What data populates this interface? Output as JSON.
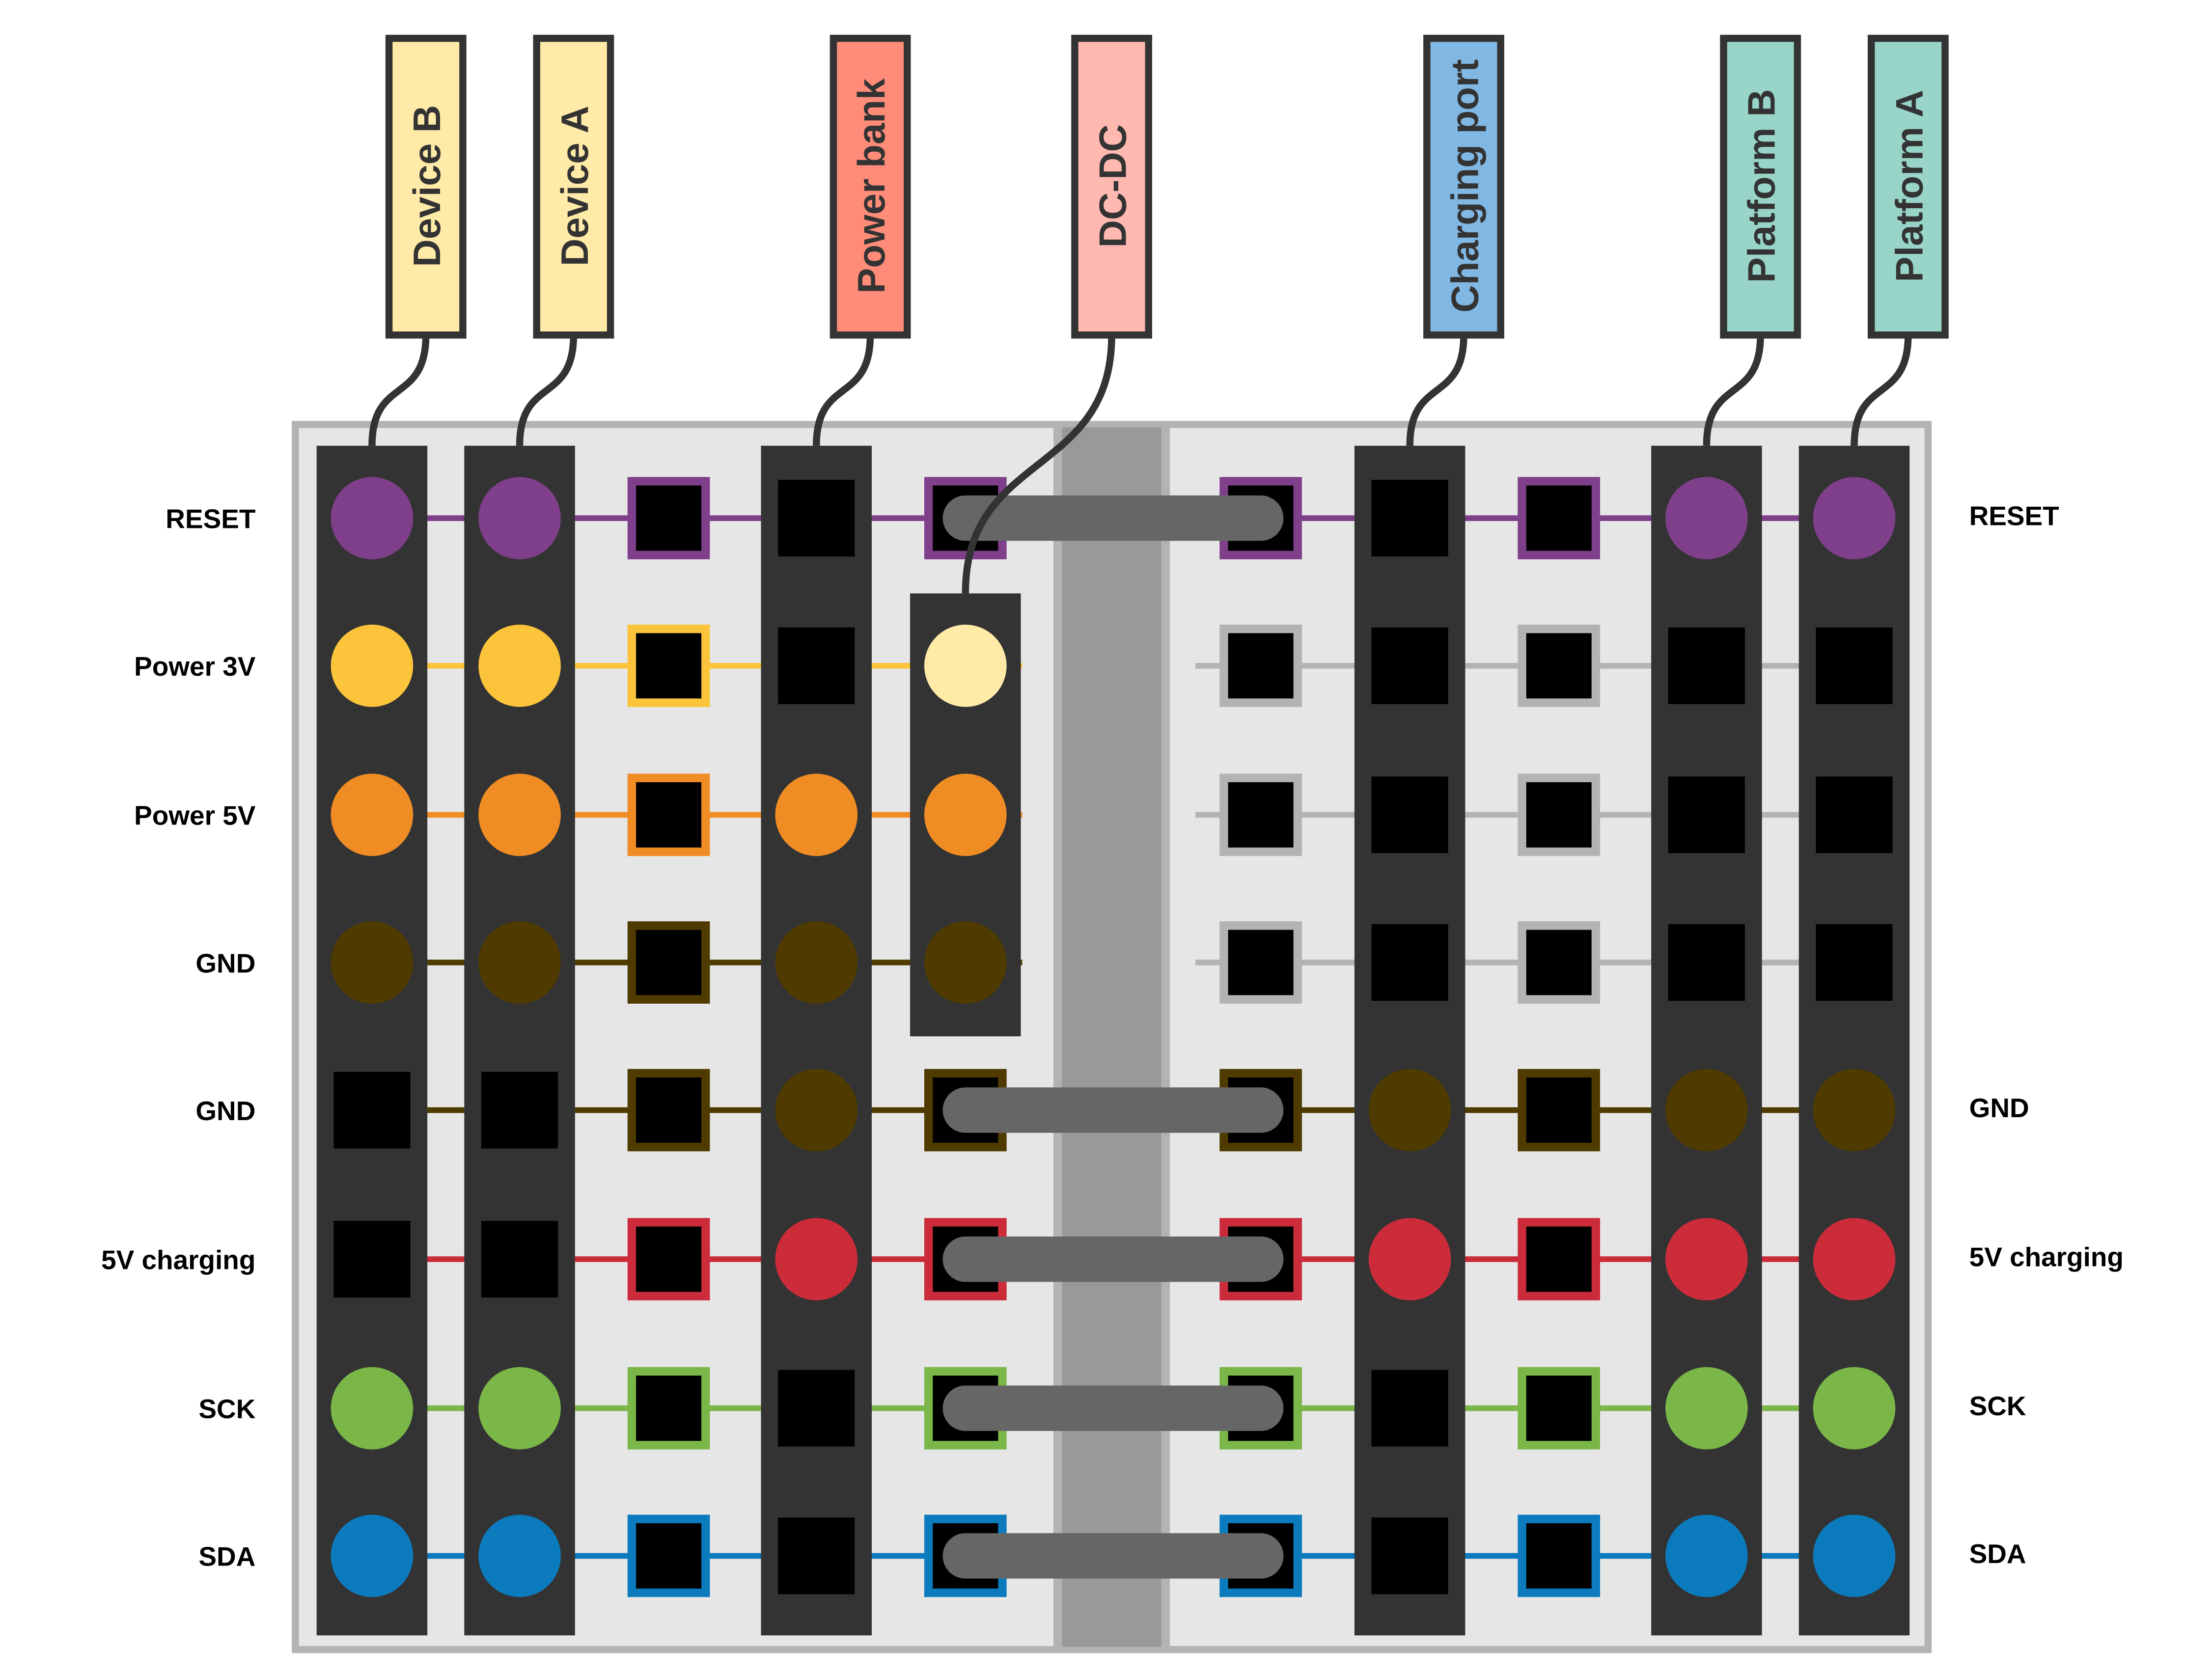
{
  "components": [
    {
      "id": "device-b",
      "label": "Device B",
      "color": "#ffeaa7"
    },
    {
      "id": "device-a",
      "label": "Device A",
      "color": "#ffeaa7"
    },
    {
      "id": "power-bank",
      "label": "Power bank",
      "color": "#ff8c78"
    },
    {
      "id": "dc-dc",
      "label": "DC-DC",
      "color": "#ffb9b0"
    },
    {
      "id": "charging-port",
      "label": "Charging port",
      "color": "#80b7e3"
    },
    {
      "id": "platform-b",
      "label": "Platform B",
      "color": "#98d5c8"
    },
    {
      "id": "platform-a",
      "label": "Platform A",
      "color": "#98d5c8"
    }
  ],
  "left_labels": [
    "RESET",
    "Power 3V",
    "Power 5V",
    "GND",
    "GND",
    "5V charging",
    "SCK",
    "SDA"
  ],
  "right_labels": [
    "RESET",
    "",
    "",
    "",
    "GND",
    "5V charging",
    "SCK",
    "SDA"
  ],
  "row_colors": [
    "#7f3f8a",
    "#fcc43a",
    "#f08c24",
    "#4f3b00",
    "#4f3b00",
    "#cc2b3a",
    "#7ab648",
    "#0b7bbe"
  ],
  "right_grey_rows": [
    1,
    2,
    3
  ],
  "grey_trace_color": "#b3b3b3",
  "colors": {
    "board_frame": "#b3b3b3",
    "board_fill": "#e6e6e6",
    "header_strip": "#333333",
    "gap_strip": "#999999",
    "jumper": "#666666",
    "pin_black": "#000000",
    "dcdc_3v_pin": "#ffeaa7"
  },
  "columns": [
    {
      "kind": "header",
      "component": "device-b",
      "pins": [
        "circle",
        "circle",
        "circle",
        "circle",
        "square",
        "square",
        "circle",
        "circle"
      ]
    },
    {
      "kind": "header",
      "component": "device-a",
      "pins": [
        "circle",
        "circle",
        "circle",
        "circle",
        "square",
        "square",
        "circle",
        "circle"
      ]
    },
    {
      "kind": "socket"
    },
    {
      "kind": "header",
      "component": "power-bank",
      "pins": [
        "square",
        "square",
        "circle",
        "circle",
        "circle",
        "circle",
        "square",
        "square"
      ]
    },
    {
      "kind": "socket-left"
    },
    {
      "kind": "socket-right"
    },
    {
      "kind": "header",
      "component": "charging-port",
      "pins": [
        "square",
        "square",
        "square",
        "square",
        "circle",
        "circle",
        "square",
        "square"
      ]
    },
    {
      "kind": "socket"
    },
    {
      "kind": "header",
      "component": "platform-b",
      "pins": [
        "circle",
        "square",
        "square",
        "square",
        "circle",
        "circle",
        "circle",
        "circle"
      ]
    },
    {
      "kind": "header",
      "component": "platform-a",
      "pins": [
        "circle",
        "square",
        "square",
        "square",
        "circle",
        "circle",
        "circle",
        "circle"
      ]
    }
  ],
  "dcdc_module": {
    "rows": [
      1,
      2,
      3
    ],
    "pins": [
      "circle",
      "circle",
      "circle"
    ]
  },
  "jumper_rows": [
    0,
    4,
    5,
    6,
    7
  ]
}
